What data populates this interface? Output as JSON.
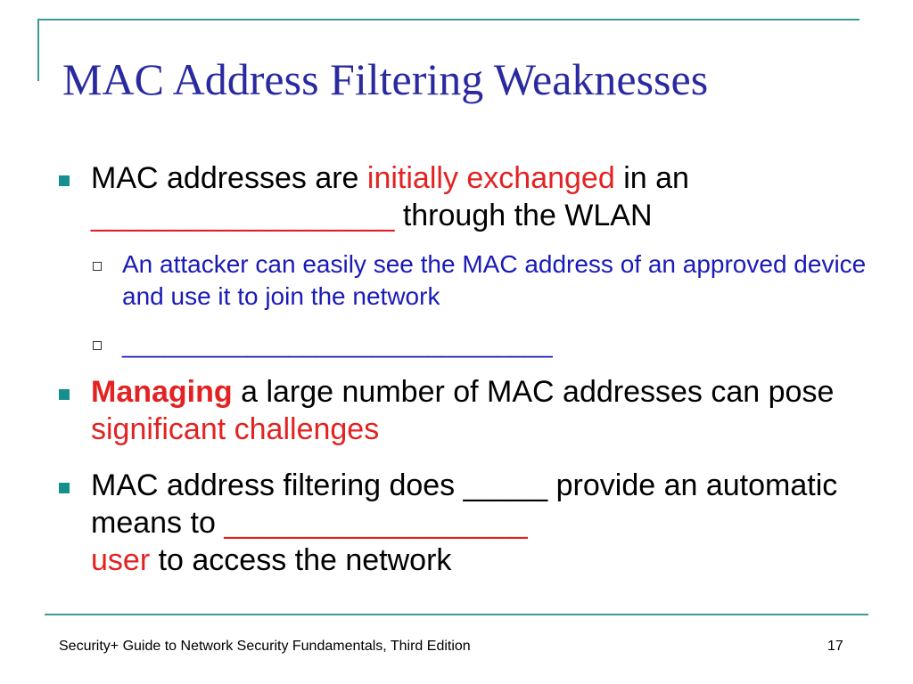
{
  "slide": {
    "title": "MAC Address Filtering Weaknesses",
    "bullet1": {
      "part1": "MAC addresses are ",
      "part2": "initially exchanged",
      "part3": " in an",
      "part4": "__________________",
      "part5": " through the WLAN"
    },
    "sub1": "An attacker can easily see the MAC address of an approved device and use it to join the network",
    "sub2": "_______________________________",
    "bullet2": {
      "part1": "Managing",
      "part2": " a large number of MAC addresses can pose ",
      "part3": "significant challenges"
    },
    "bullet3": {
      "part1": "MAC address filtering does _____ provide an automatic means to ",
      "part2": "__________________",
      "part3": "user",
      "part4": " to access the network"
    }
  },
  "footer": {
    "source": "Security+ Guide to Network Security Fundamentals, Third Edition",
    "page_number": "17"
  },
  "colors": {
    "title": "#2a2aa0",
    "accent_lines": "#3d9999",
    "bullet_marker": "#168f8f",
    "highlight_red": "#e32222",
    "sub_bullet_text": "#1a1ab8"
  }
}
